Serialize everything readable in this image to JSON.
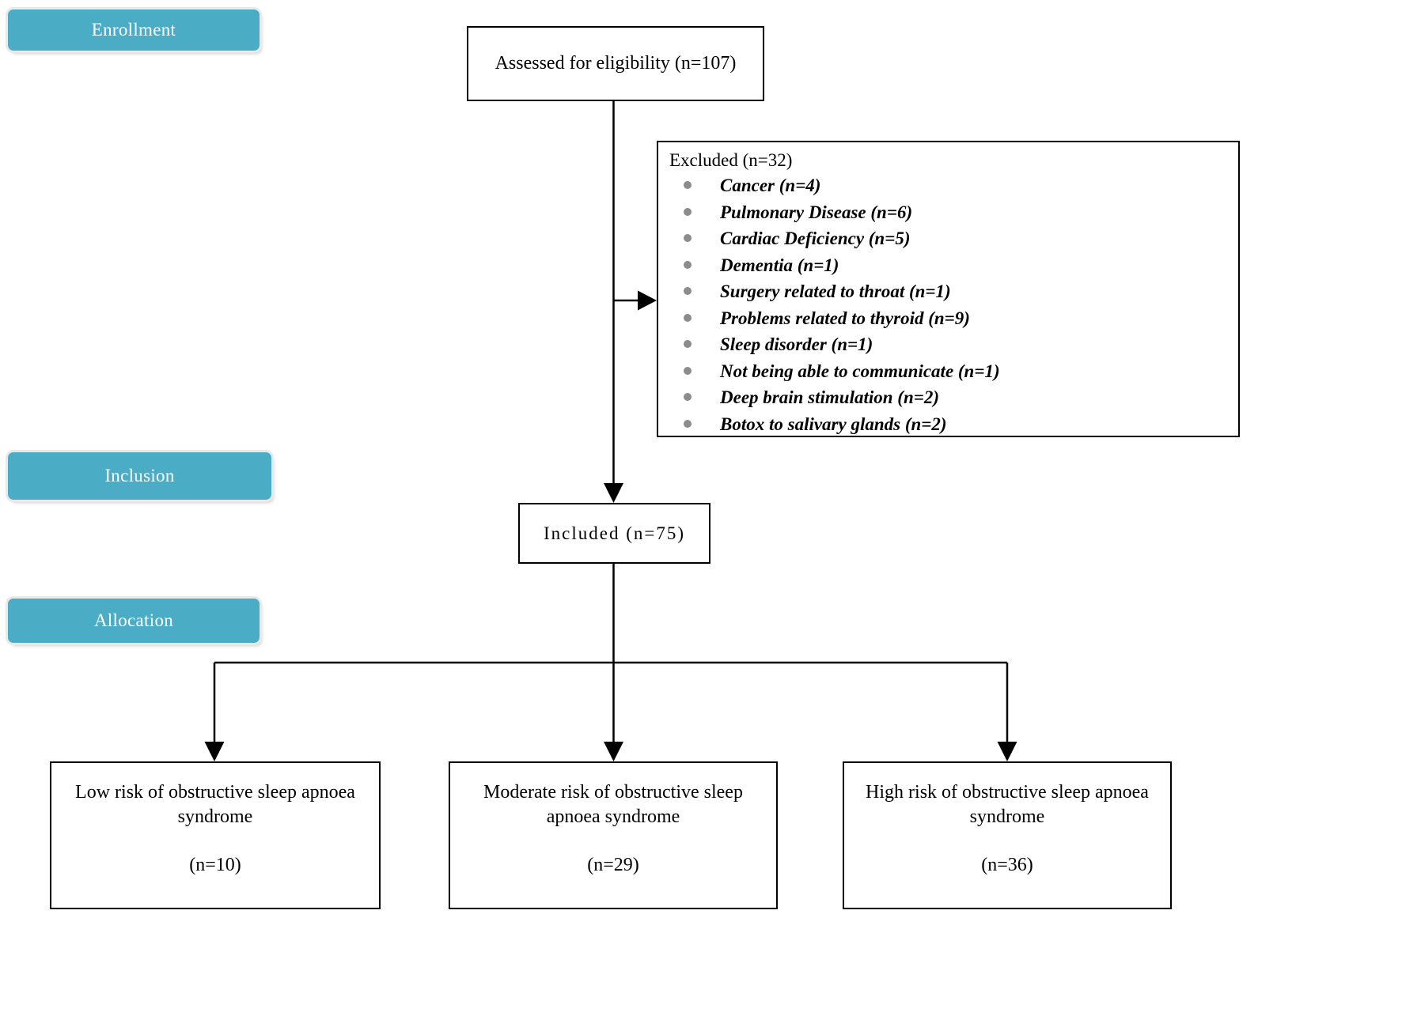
{
  "stages": {
    "enrollment": "Enrollment",
    "inclusion": "Inclusion",
    "allocation": "Allocation"
  },
  "assessed": {
    "label": "Assessed for eligibility (n=107)"
  },
  "excluded": {
    "title": "Excluded (n=32)",
    "items": [
      "Cancer (n=4)",
      "Pulmonary Disease (n=6)",
      "Cardiac Deficiency (n=5)",
      "Dementia (n=1)",
      "Surgery related to throat (n=1)",
      "Problems related to thyroid (n=9)",
      "Sleep disorder (n=1)",
      "Not being able to communicate (n=1)",
      "Deep brain stimulation (n=2)",
      "Botox to salivary glands (n=2)"
    ]
  },
  "included": {
    "label": "Included (n=75)"
  },
  "allocation_groups": [
    {
      "label": "Low risk of obstructive sleep apnoea syndrome",
      "n": "(n=10)"
    },
    {
      "label": "Moderate risk of obstructive sleep apnoea syndrome",
      "n": "(n=29)"
    },
    {
      "label": "High risk of obstructive sleep apnoea syndrome",
      "n": "(n=36)"
    }
  ],
  "colors": {
    "stage_fill": "#4bacc6",
    "stage_text": "#ffffff",
    "box_border": "#000000",
    "bullet_gray": "#8c8c8c",
    "connector": "#000000"
  }
}
